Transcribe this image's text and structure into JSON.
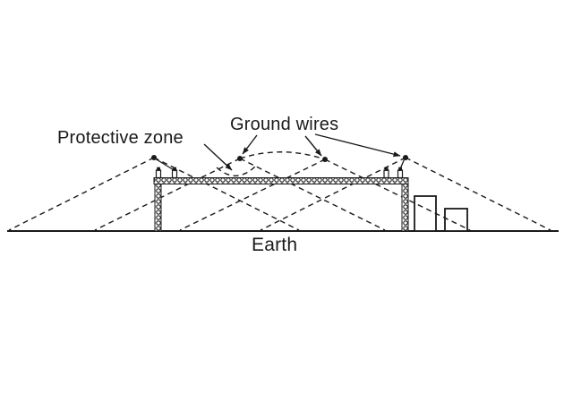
{
  "diagram": {
    "title_context": "Lightning protection of a structure by ground wires",
    "labels": {
      "protective_zone": "Protective zone",
      "ground_wires": "Ground wires",
      "earth": "Earth"
    },
    "elements": {
      "ground_wire_points": 4,
      "protective_zone_boundary_style": "dashed",
      "structures": [
        "gantry frame with lattice hatching",
        "two small buildings at right"
      ]
    },
    "colors": {
      "ink": "#1a1a1a",
      "background": "#ffffff"
    }
  }
}
